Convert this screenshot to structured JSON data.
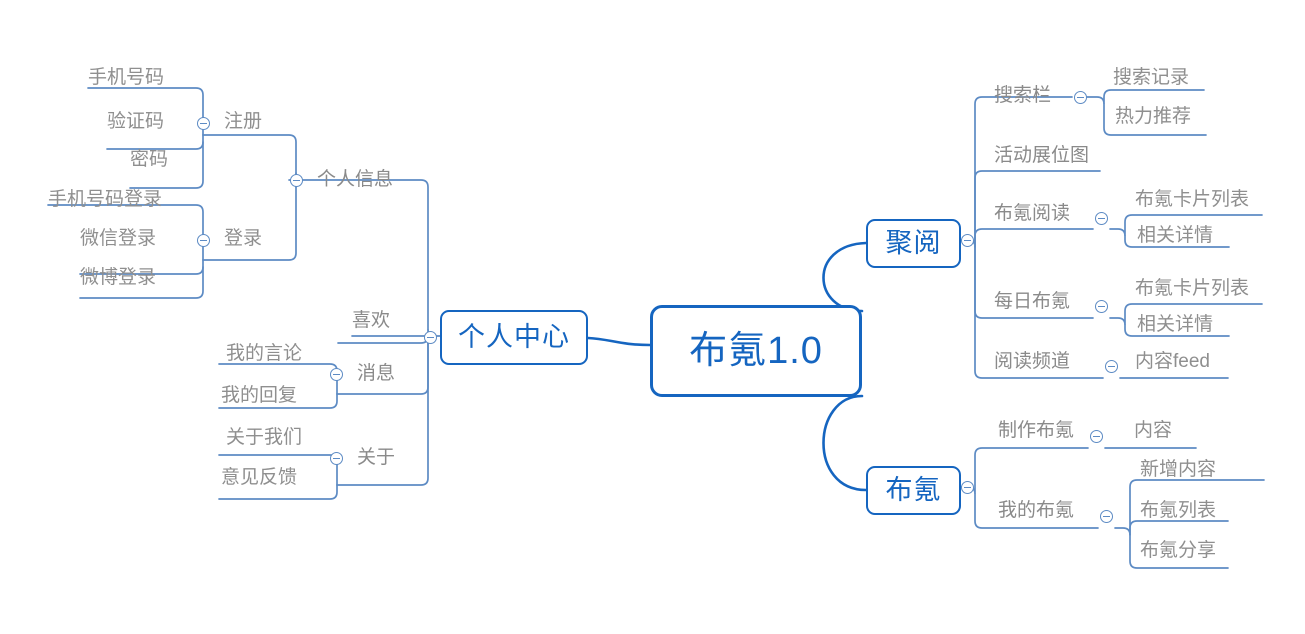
{
  "diagram": {
    "type": "mind-map",
    "title": "布氪1.0",
    "colors": {
      "node_border": "#1565c0",
      "node_text": "#1565c0",
      "leaf_text": "#878787",
      "connector": "#5d8bc4",
      "main_connector": "#1565c0",
      "background": "#ffffff"
    }
  },
  "root": {
    "label": "布氪1.0"
  },
  "branches": {
    "personal_center": {
      "label": "个人中心",
      "children": [
        {
          "label": "个人信息",
          "children": [
            {
              "label": "注册",
              "children": [
                {
                  "label": "手机号码"
                },
                {
                  "label": "验证码"
                },
                {
                  "label": "密码"
                }
              ]
            },
            {
              "label": "登录",
              "children": [
                {
                  "label": "手机号码登录"
                },
                {
                  "label": "微信登录"
                },
                {
                  "label": "微博登录"
                }
              ]
            }
          ]
        },
        {
          "label": "喜欢",
          "children": []
        },
        {
          "label": "消息",
          "children": [
            {
              "label": "我的言论"
            },
            {
              "label": "我的回复"
            }
          ]
        },
        {
          "label": "关于",
          "children": [
            {
              "label": "关于我们"
            },
            {
              "label": "意见反馈"
            }
          ]
        }
      ]
    },
    "juyue": {
      "label": "聚阅",
      "children": [
        {
          "label": "搜索栏",
          "children": [
            {
              "label": "搜索记录"
            },
            {
              "label": "热力推荐"
            }
          ]
        },
        {
          "label": "活动展位图",
          "children": []
        },
        {
          "label": "布氪阅读",
          "children": [
            {
              "label": "布氪卡片列表"
            },
            {
              "label": "相关详情"
            }
          ]
        },
        {
          "label": "每日布氪",
          "children": [
            {
              "label": "布氪卡片列表"
            },
            {
              "label": "相关详情"
            }
          ]
        },
        {
          "label": "阅读频道",
          "children": [
            {
              "label": "内容feed"
            }
          ]
        }
      ]
    },
    "buke": {
      "label": "布氪",
      "children": [
        {
          "label": "制作布氪",
          "children": [
            {
              "label": "内容"
            }
          ]
        },
        {
          "label": "我的布氪",
          "children": [
            {
              "label": "新增内容"
            },
            {
              "label": "布氪列表"
            },
            {
              "label": "布氪分享"
            }
          ]
        }
      ]
    }
  }
}
